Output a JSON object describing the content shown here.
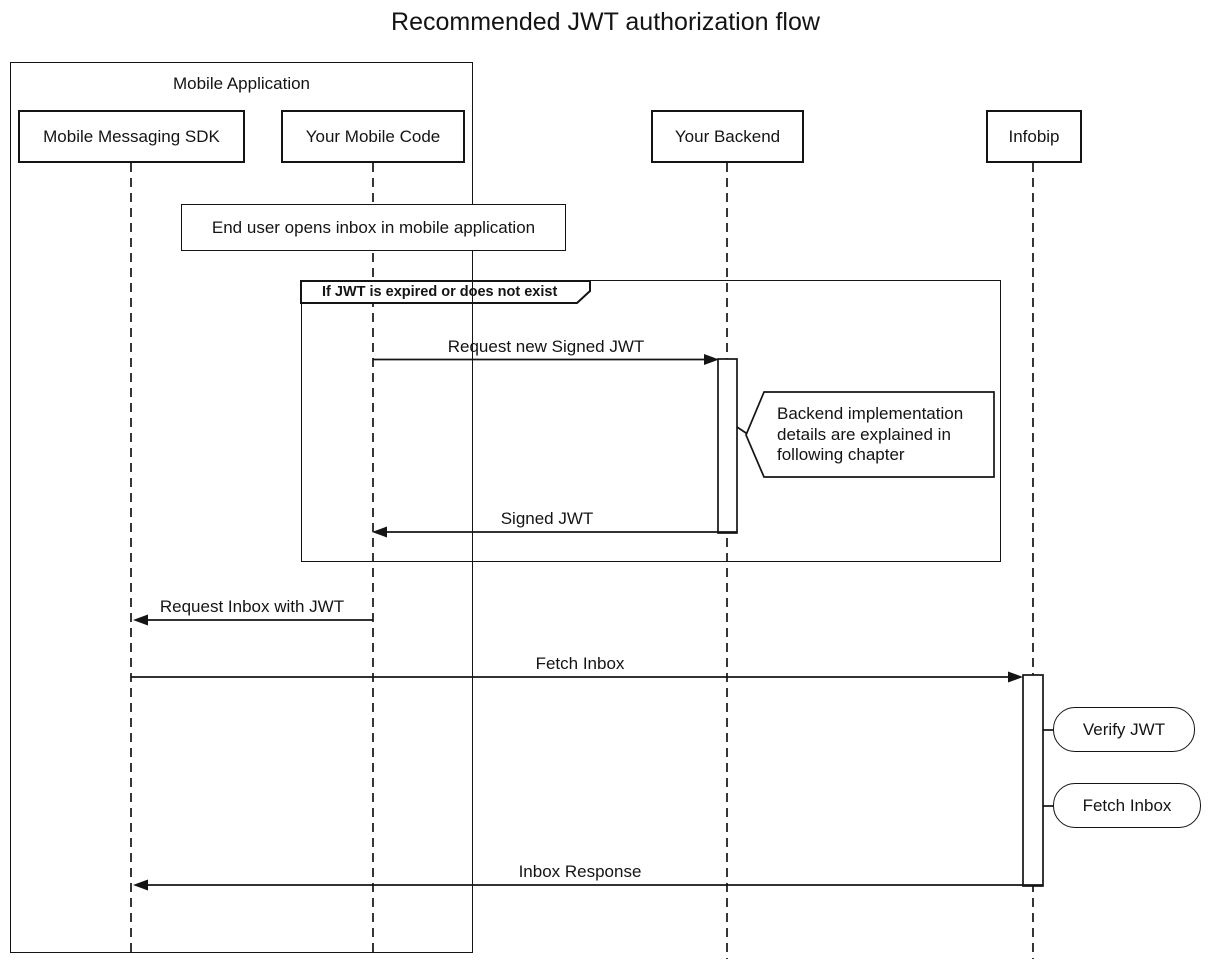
{
  "title": "Recommended JWT authorization flow",
  "colors": {
    "stroke": "#141414",
    "text": "#141414",
    "background": "#ffffff"
  },
  "group": {
    "label": "Mobile Application"
  },
  "participants": [
    {
      "id": "mobile-messaging-sdk",
      "label": "Mobile Messaging SDK",
      "group": "Mobile Application"
    },
    {
      "id": "your-mobile-code",
      "label": "Your Mobile Code",
      "group": "Mobile Application"
    },
    {
      "id": "your-backend",
      "label": "Your Backend"
    },
    {
      "id": "infobip",
      "label": "Infobip"
    }
  ],
  "note_over": {
    "text": "End user opens inbox in mobile application"
  },
  "fragment": {
    "label": "If JWT is expired or does not exist"
  },
  "messages": [
    {
      "label": "Request new Signed JWT",
      "from": "Your Mobile Code",
      "to": "Your Backend",
      "direction": "right"
    },
    {
      "label": "Signed JWT",
      "from": "Your Backend",
      "to": "Your Mobile Code",
      "direction": "left"
    },
    {
      "label": "Request Inbox with JWT",
      "from": "Your Mobile Code",
      "to": "Mobile Messaging SDK",
      "direction": "left"
    },
    {
      "label": "Fetch Inbox",
      "from": "Mobile Messaging SDK",
      "to": "Infobip",
      "direction": "right"
    },
    {
      "label": "Inbox Response",
      "from": "Infobip",
      "to": "Mobile Messaging SDK",
      "direction": "left"
    }
  ],
  "side_note": {
    "lines": [
      "Backend implementation",
      "details are explained in",
      "following chapter"
    ]
  },
  "actions": [
    {
      "label": "Verify JWT"
    },
    {
      "label": "Fetch Inbox"
    }
  ]
}
